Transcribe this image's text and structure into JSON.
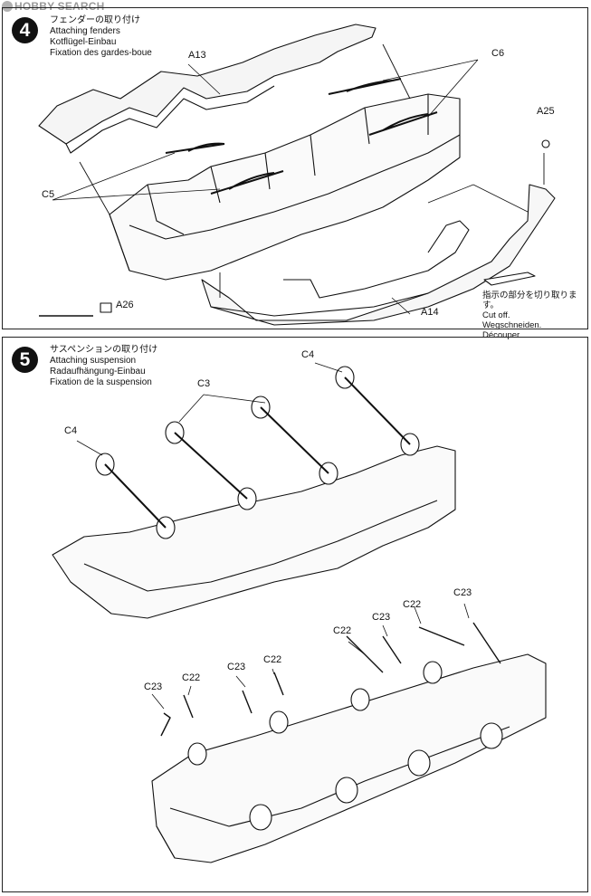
{
  "watermark": "HOBBY SEARCH",
  "step4": {
    "number": "4",
    "title_jp": "フェンダーの取り付け",
    "title_en": "Attaching fenders",
    "title_de": "Kotflügel-Einbau",
    "title_fr": "Fixation des gardes-boue",
    "labels": {
      "a13": "A13",
      "c6": "C6",
      "a25": "A25",
      "c5": "C5",
      "a26": "A26",
      "a14": "A14"
    },
    "cut_note": {
      "jp": "指示の部分を切り取ります。",
      "en": "Cut off.",
      "de": "Wegschneiden.",
      "fr": "Découper."
    }
  },
  "step5": {
    "number": "5",
    "title_jp": "サスペンションの取り付け",
    "title_en": "Attaching suspension",
    "title_de": "Radaufhängung-Einbau",
    "title_fr": "Fixation de la suspension",
    "labels": {
      "c4_top": "C4",
      "c3": "C3",
      "c4_left": "C4",
      "c22_a": "C22",
      "c23_a": "C23",
      "c22_b": "C22",
      "c23_b": "C23",
      "c22_c": "C22",
      "c23_c": "C23",
      "c22_d": "C22",
      "c23_d": "C23"
    }
  }
}
